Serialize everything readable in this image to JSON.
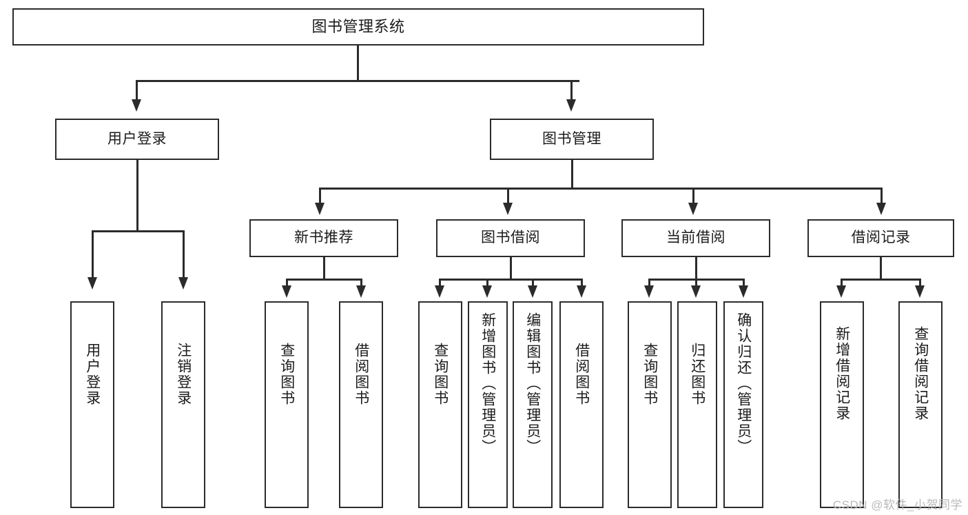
{
  "diagram": {
    "type": "tree-hierarchy",
    "title": "图书管理系统",
    "watermark": "CSDN @软件_小贺同学",
    "colors": {
      "stroke": "#2b2b2b",
      "fill": "#ffffff",
      "text": "#1b1b1b",
      "watermark": "#b9b9b9"
    },
    "levels": {
      "root": {
        "label": "图书管理系统"
      },
      "level2": [
        {
          "label": "用户登录"
        },
        {
          "label": "图书管理"
        }
      ],
      "level3": [
        {
          "label": "新书推荐"
        },
        {
          "label": "图书借阅"
        },
        {
          "label": "当前借阅"
        },
        {
          "label": "借阅记录"
        }
      ],
      "leaves": {
        "user_login": [
          {
            "label": "用户登录"
          },
          {
            "label": "注销登录"
          }
        ],
        "new_book_recommend": [
          {
            "label": "查询图书"
          },
          {
            "label": "借阅图书"
          }
        ],
        "book_borrow": [
          {
            "label": "查询图书"
          },
          {
            "label": "新增图书（管理员）"
          },
          {
            "label": "编辑图书（管理员）"
          },
          {
            "label": "借阅图书"
          }
        ],
        "current_borrow": [
          {
            "label": "查询图书"
          },
          {
            "label": "归还图书"
          },
          {
            "label": "确认归还（管理员）"
          }
        ],
        "borrow_record": [
          {
            "label": "新增借阅记录"
          },
          {
            "label": "查询借阅记录"
          }
        ]
      }
    }
  }
}
